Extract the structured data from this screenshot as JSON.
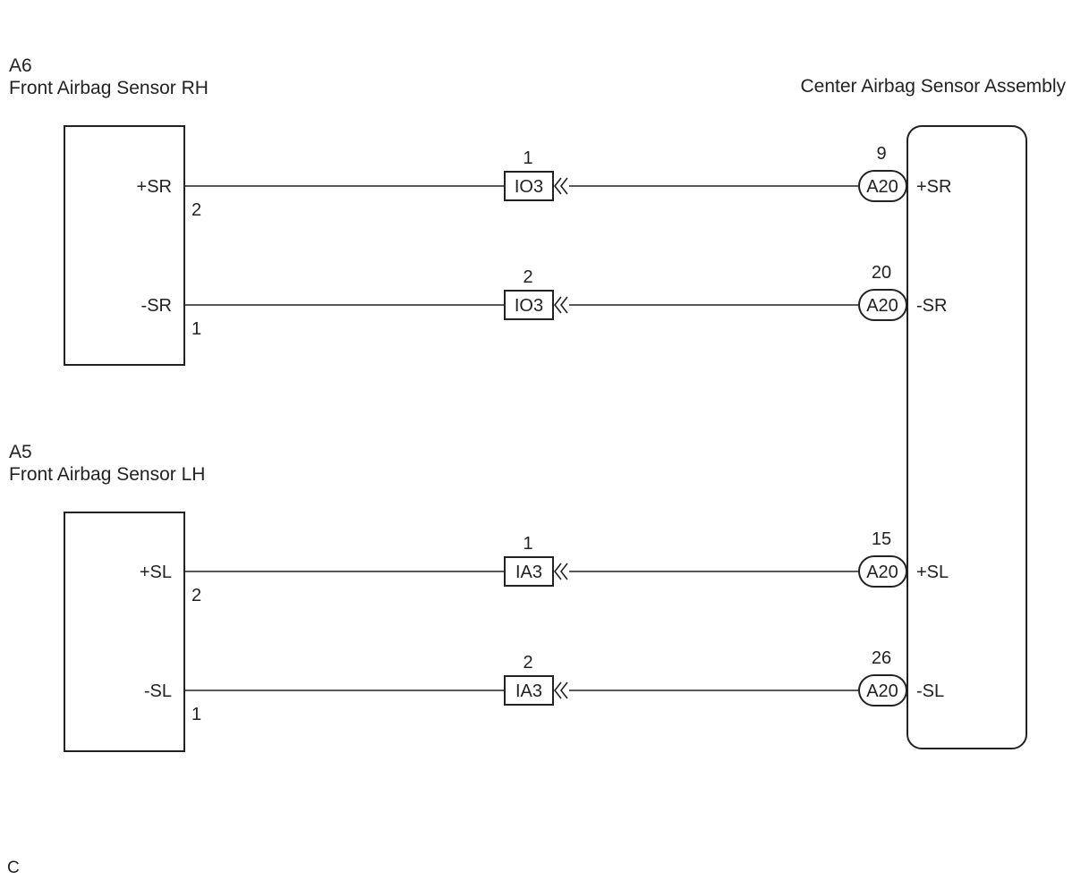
{
  "components": {
    "rh": {
      "code": "A6",
      "name": "Front Airbag Sensor RH"
    },
    "lh": {
      "code": "A5",
      "name": "Front Airbag Sensor LH"
    },
    "center": {
      "name": "Center Airbag Sensor Assembly"
    }
  },
  "wires": [
    {
      "left_terminal": "+SR",
      "left_pin": "2",
      "connector": "IO3",
      "connector_pin": "1",
      "center_connector": "A20",
      "center_pin": "9",
      "center_terminal": "+SR"
    },
    {
      "left_terminal": "-SR",
      "left_pin": "1",
      "connector": "IO3",
      "connector_pin": "2",
      "center_connector": "A20",
      "center_pin": "20",
      "center_terminal": "-SR"
    },
    {
      "left_terminal": "+SL",
      "left_pin": "2",
      "connector": "IA3",
      "connector_pin": "1",
      "center_connector": "A20",
      "center_pin": "15",
      "center_terminal": "+SL"
    },
    {
      "left_terminal": "-SL",
      "left_pin": "1",
      "connector": "IA3",
      "connector_pin": "2",
      "center_connector": "A20",
      "center_pin": "26",
      "center_terminal": "-SL"
    }
  ],
  "footer_code": "C"
}
